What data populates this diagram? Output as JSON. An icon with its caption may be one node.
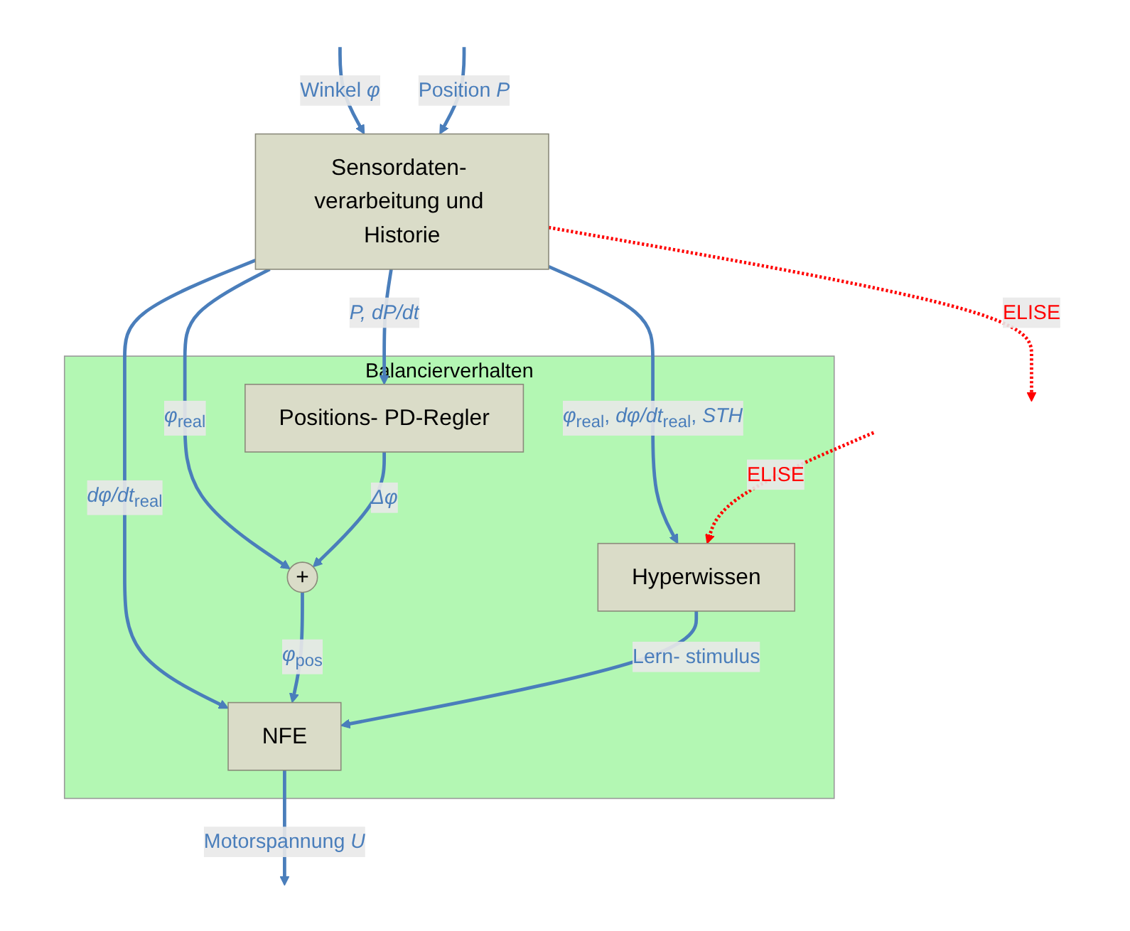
{
  "diagram": {
    "nodes": [
      {
        "text": [
          "Balancierverhalten"
        ]
      },
      {
        "text": [
          "Sensordaten- verarbeitung und Historie"
        ]
      },
      {
        "text": [
          "Positions- PD-Regler"
        ],
        "in": 0
      },
      {
        "text": [
          "+"
        ],
        "in": 0
      },
      {
        "text": [
          "Hyperwissen"
        ],
        "in": 0
      },
      {
        "text": [
          "NFE"
        ],
        "in": 0
      }
    ],
    "edges": [
      {
        "from": null,
        "to": 1,
        "arrow": "to",
        "label": "Position *P*"
      },
      {
        "from": null,
        "to": 1,
        "arrow": "to",
        "label": "Winkel *φ*"
      },
      {
        "from": 1,
        "to": null,
        "arrow": "to",
        "label": "ELISE",
        "style": "dashed",
        "color": "#ff0000"
      },
      {
        "from": null,
        "to": 4,
        "arrow": "to",
        "label": "ELISE",
        "style": "dashed",
        "color": "#ff0000"
      },
      {
        "from": 1,
        "to": 4,
        "arrow": "to",
        "label": "*φ*$_{real}$, *dφ/dt*$_{real}$, *STH*"
      },
      {
        "from": 1,
        "to": 2,
        "arrow": "to",
        "label": "*P, dP/dt*"
      },
      {
        "from": 2,
        "to": 3,
        "arrow": "to",
        "label": "*Δφ*"
      },
      {
        "from": 1,
        "to": 3,
        "arrow": "to",
        "label": "*φ*$_{real}$"
      },
      {
        "from": 3,
        "to": 5,
        "arrow": "to",
        "label": "*φ*$_{pos}$"
      },
      {
        "from": 1,
        "to": 5,
        "arrow": "to",
        "label": "*dφ/dt*$_{real}$"
      },
      {
        "from": 4,
        "to": 5,
        "arrow": "to",
        "label": "Lern- stimulus"
      },
      {
        "from": 5,
        "to": null,
        "arrow": "to",
        "label": "Motorspannung *U*"
      }
    ]
  }
}
